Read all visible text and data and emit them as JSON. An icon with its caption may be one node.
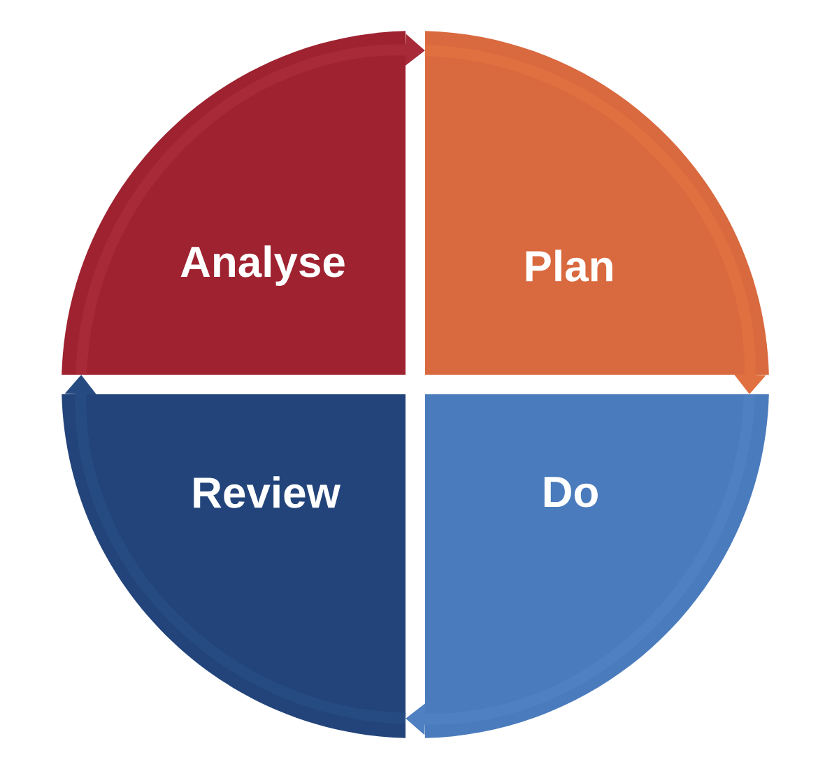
{
  "diagram": {
    "nodes": [
      {
        "text": [
          "Analyse"
        ]
      },
      {
        "text": [
          "Plan"
        ]
      },
      {
        "text": [
          "Do"
        ]
      },
      {
        "text": [
          "Review"
        ]
      }
    ],
    "edges": [
      {
        "from": 0,
        "to": 1,
        "arrow": "to",
        "color": "#a82a38"
      },
      {
        "from": 1,
        "to": 2,
        "arrow": "to",
        "color": "#e0703f"
      },
      {
        "from": 2,
        "to": 3,
        "arrow": "to",
        "color": "#4f80c2"
      },
      {
        "from": 3,
        "to": 0,
        "arrow": "to",
        "color": "#264b82"
      }
    ]
  }
}
